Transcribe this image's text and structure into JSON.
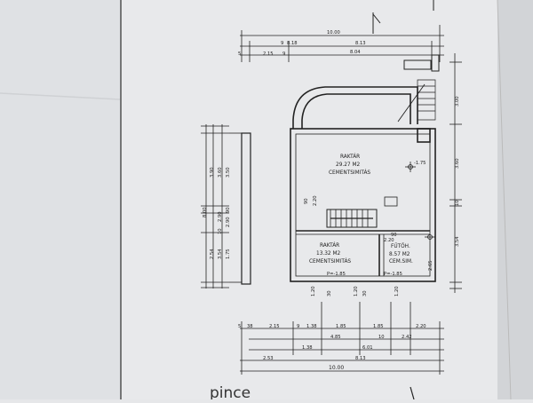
{
  "plan": {
    "title": "pince",
    "rooms": [
      {
        "name": "RAKTÁR",
        "area": "29.27 M2",
        "floor": "CEMENTSIMITÁS"
      },
      {
        "name": "RAKTÁR",
        "area": "13.32 M2",
        "floor": "CEMENTSIMITÁS"
      },
      {
        "name": "FŰTŐH.",
        "area": "8.57 M2",
        "floor": "CEM.SIM."
      }
    ],
    "levels": [
      "-1.75",
      "P=-1.85",
      "P=-1.85"
    ],
    "top_dims": {
      "overall": "10.00",
      "row2": [
        "9",
        "8.18",
        "8.13"
      ],
      "row3": [
        "5",
        "2.15",
        "9",
        "8.04"
      ]
    },
    "left_dims": {
      "overall": "8.00",
      "col_a": [
        "3.90",
        "2.54",
        "2.54"
      ],
      "col_b": [
        "3.60",
        "2.90",
        "10",
        "3.54"
      ],
      "col_c": [
        "3.50",
        "90",
        "2.90",
        "1.75"
      ]
    },
    "right_dims": [
      "3.00",
      "3.60",
      "10",
      "3.54",
      "2.65"
    ],
    "bottom_dims": {
      "row1": [
        "5",
        "38",
        "2.15",
        "9",
        "1.38",
        "1.85",
        "1.85",
        "2.20"
      ],
      "row2": [
        "4.85",
        "10",
        "2.42"
      ],
      "row3": [
        "1.38",
        "6.01"
      ],
      "row4": [
        "2.53",
        "8.13"
      ],
      "overall": "10.00"
    },
    "openings": [
      "90",
      "2.20",
      "90",
      "2.20",
      "1.20",
      "30",
      "1.20",
      "30",
      "1.20"
    ]
  }
}
